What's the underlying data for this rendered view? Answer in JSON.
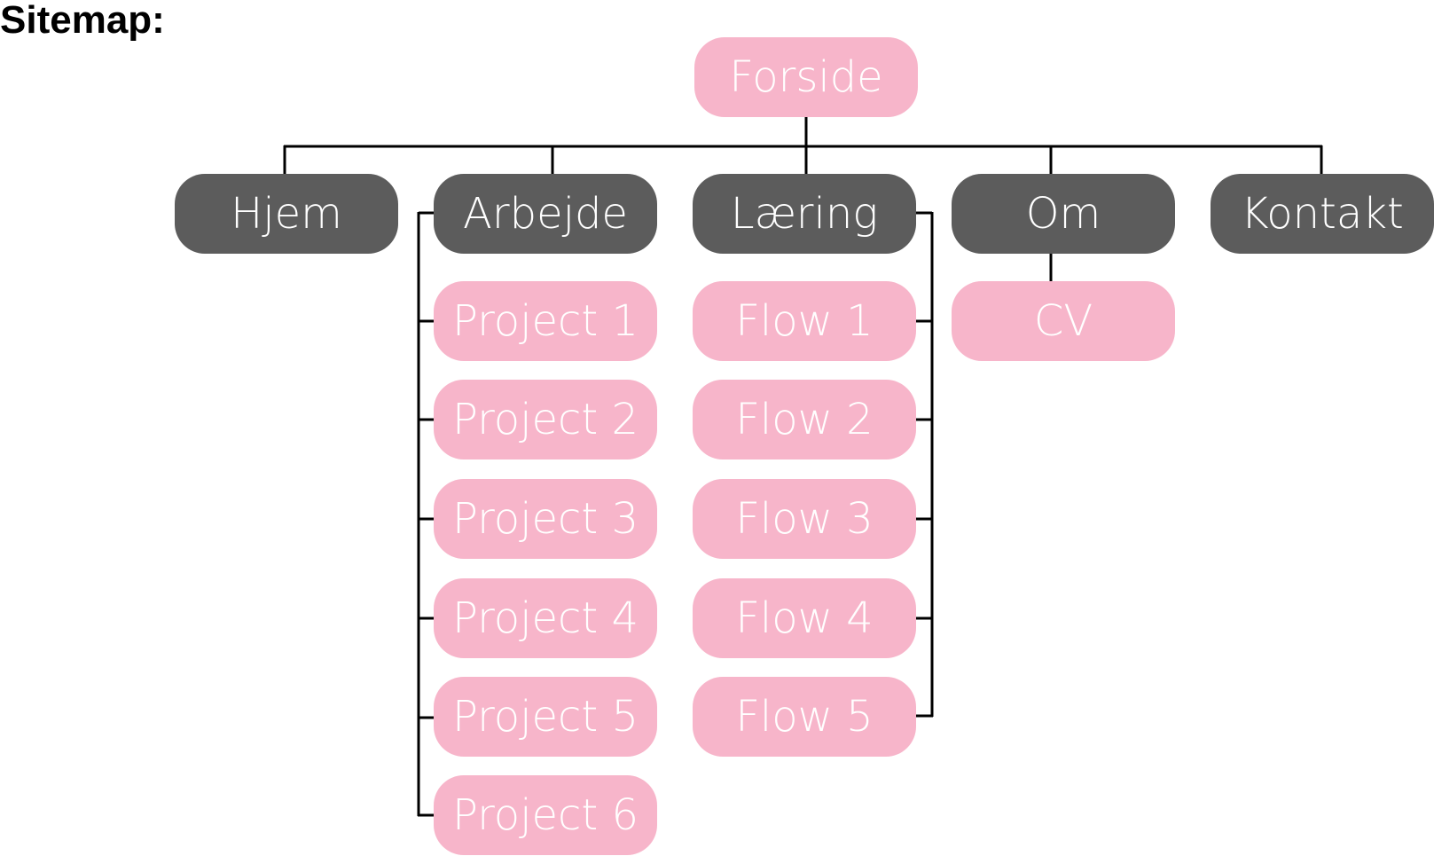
{
  "title": "Sitemap:",
  "colors": {
    "page_node": "#f7b5ca",
    "section_node": "#5c5c5c",
    "node_text": "#ffffff",
    "connector": "#000000"
  },
  "root": {
    "label": "Forside"
  },
  "sections": [
    {
      "label": "Hjem",
      "children": []
    },
    {
      "label": "Arbejde",
      "children": [
        "Project 1",
        "Project 2",
        "Project 3",
        "Project 4",
        "Project 5",
        "Project 6"
      ]
    },
    {
      "label": "Læring",
      "children": [
        "Flow 1",
        "Flow 2",
        "Flow 3",
        "Flow 4",
        "Flow 5"
      ]
    },
    {
      "label": "Om",
      "children": [
        "CV"
      ]
    },
    {
      "label": "Kontakt",
      "children": []
    }
  ]
}
